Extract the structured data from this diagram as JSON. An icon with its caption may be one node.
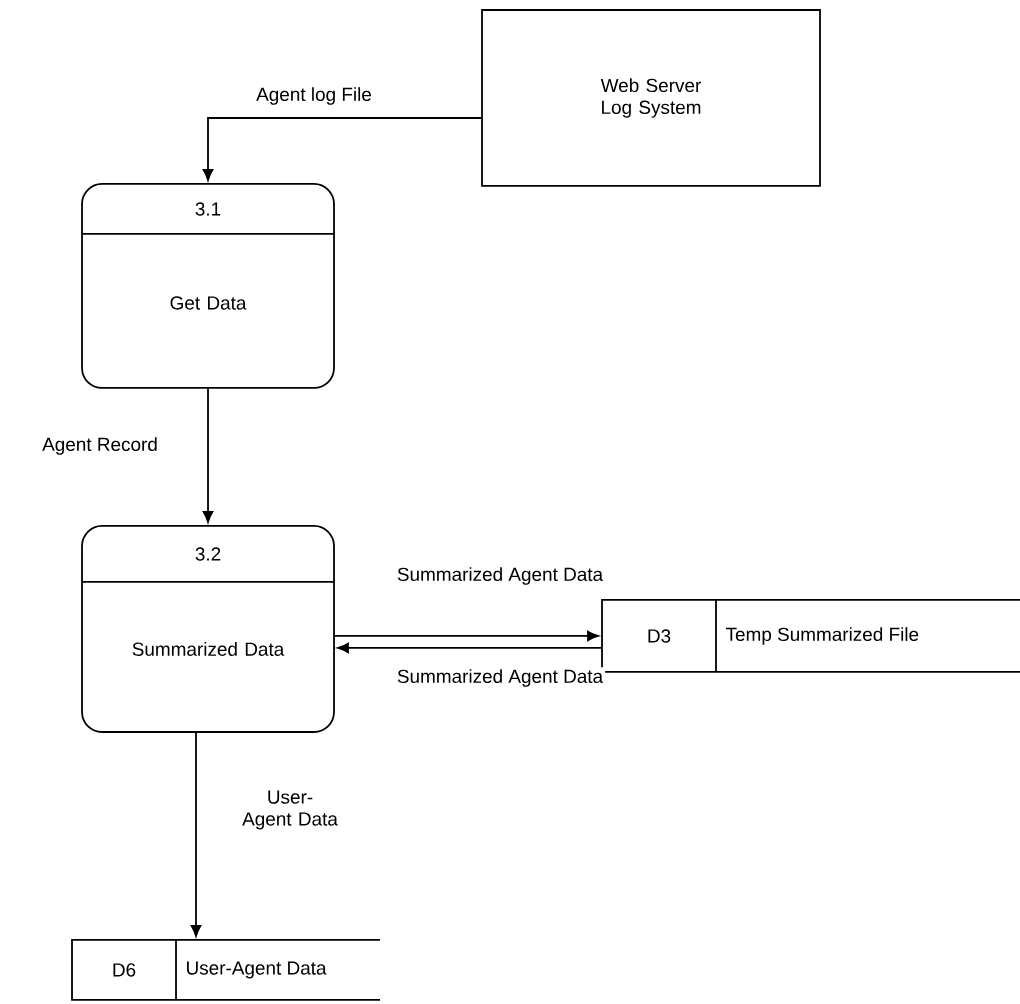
{
  "diagram": {
    "nodes": [
      {
        "text": [
          "Web Server Log System"
        ]
      },
      {
        "text": [
          "3.1",
          "Get Data"
        ]
      },
      {
        "text": [
          "3.2",
          "Summarized Data"
        ]
      },
      {
        "text": [
          "D3",
          "Temp Summarized File"
        ]
      },
      {
        "text": [
          "D6",
          "User-Agent Data"
        ]
      }
    ],
    "edges": [
      {
        "from": 0,
        "to": 1,
        "arrow": "to",
        "label": "Agent log File"
      },
      {
        "from": 1,
        "to": 2,
        "arrow": "to",
        "label": "Agent Record"
      },
      {
        "from": 2,
        "to": 3,
        "arrow": "to",
        "label": "Summarized Agent Data"
      },
      {
        "from": 3,
        "to": 2,
        "arrow": "to",
        "label": "Summarized Agent Data"
      },
      {
        "from": 2,
        "to": 4,
        "arrow": "to",
        "label": "User-Agent Data"
      }
    ]
  }
}
